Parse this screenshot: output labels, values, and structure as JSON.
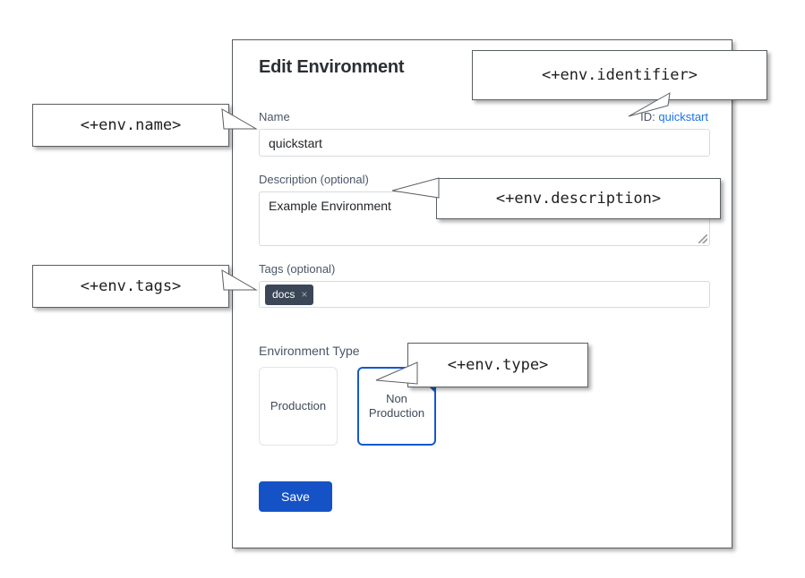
{
  "dialog": {
    "title": "Edit Environment",
    "name": {
      "label": "Name",
      "value": "quickstart"
    },
    "identifier": {
      "prefix": "ID:",
      "value": "quickstart"
    },
    "description": {
      "label": "Description (optional)",
      "value": "Example Environment"
    },
    "tags": {
      "label": "Tags (optional)",
      "chips": [
        {
          "label": "docs",
          "remove_icon": "×"
        }
      ]
    },
    "environment_type": {
      "label": "Environment Type",
      "options": [
        {
          "label": "Production",
          "selected": false
        },
        {
          "label": "Non\nProduction",
          "selected": true
        }
      ],
      "selected_check_icon": "check-icon"
    },
    "save_label": "Save"
  },
  "annotations": [
    {
      "id": "name",
      "text": "<+env.name>"
    },
    {
      "id": "identifier",
      "text": "<+env.identifier>"
    },
    {
      "id": "description",
      "text": "<+env.description>"
    },
    {
      "id": "tags",
      "text": "<+env.tags>"
    },
    {
      "id": "type",
      "text": "<+env.type>"
    }
  ],
  "colors": {
    "accent_blue": "#1552c6",
    "selected_border": "#1458cc",
    "link_blue": "#1a73e8",
    "label_slate": "#4a5568",
    "chip_bg": "#3b4757",
    "panel_border": "#555b60"
  }
}
